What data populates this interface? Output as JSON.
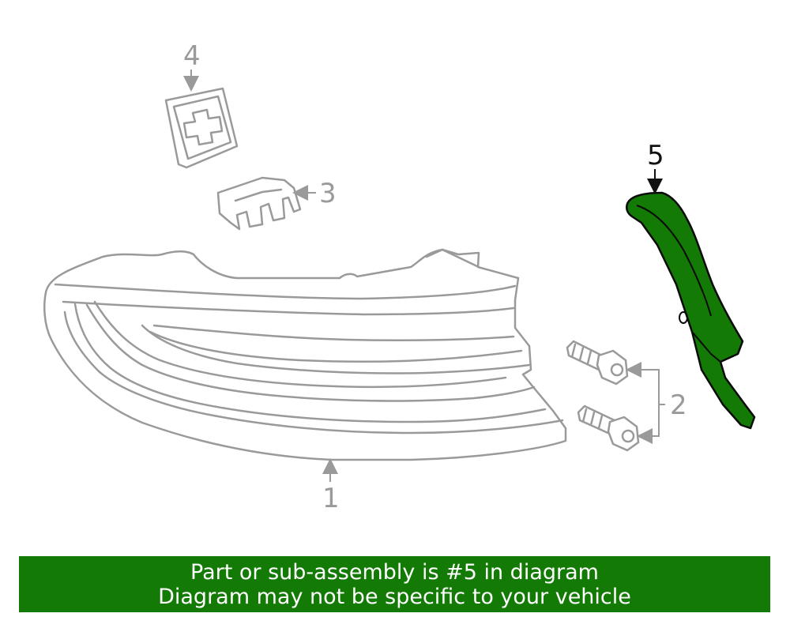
{
  "callouts": {
    "c1": "1",
    "c2": "2",
    "c3": "3",
    "c4": "4",
    "c5": "5"
  },
  "banner": {
    "line1": "Part or sub-assembly is #5 in diagram",
    "line2": "Diagram may not be specific to your vehicle",
    "background": "#137a05",
    "text_color": "#ffffff"
  },
  "colors": {
    "highlight_part": "#137a05",
    "line_art": "#9a9a9a"
  }
}
